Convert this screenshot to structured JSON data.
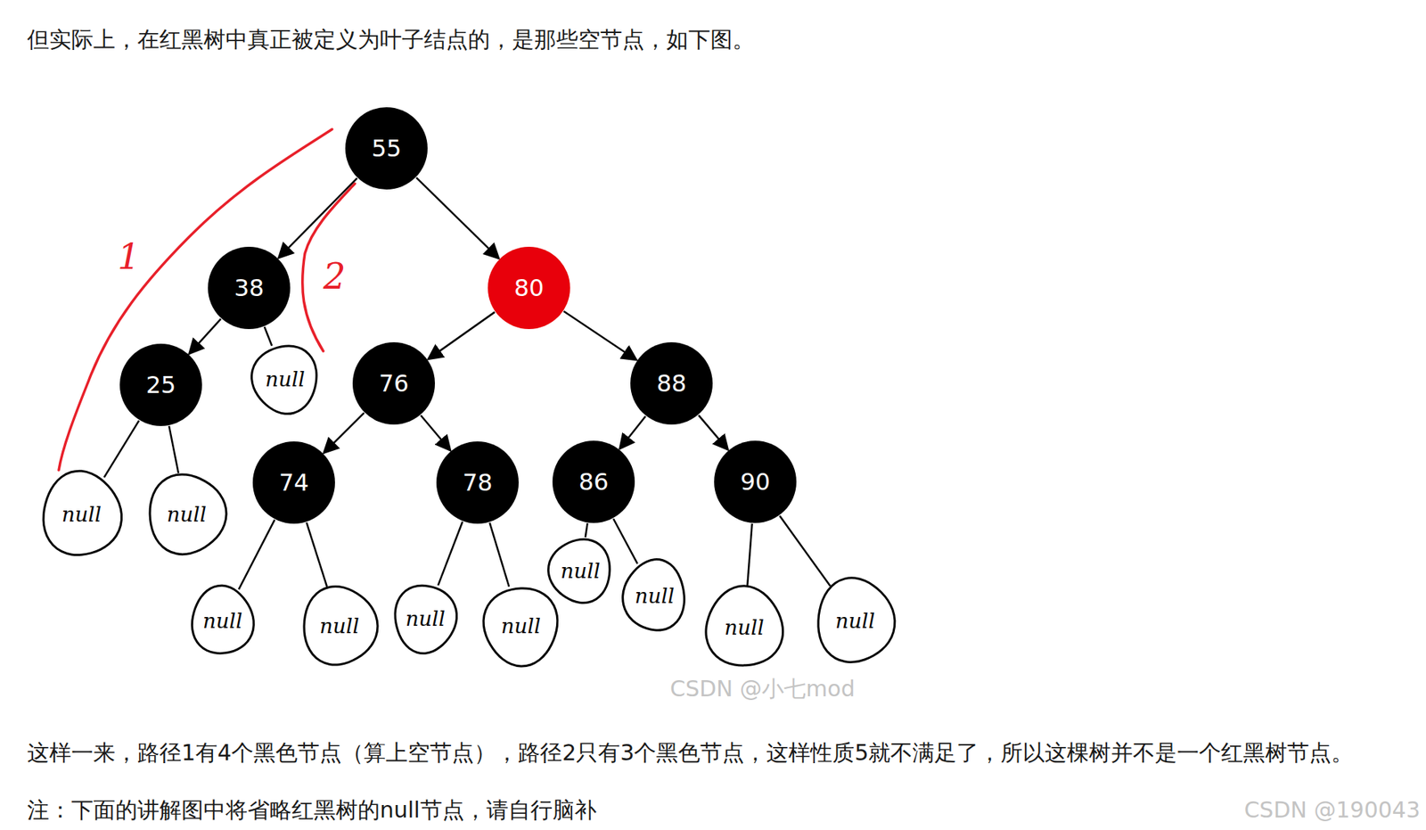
{
  "diagram": {
    "nodes": [
      {
        "text": [
          "55"
        ]
      },
      {
        "text": [
          "38"
        ]
      },
      {
        "text": [
          "80"
        ]
      },
      {
        "text": [
          "25"
        ]
      },
      {
        "text": [
          "null"
        ]
      },
      {
        "text": [
          "76"
        ]
      },
      {
        "text": [
          "88"
        ]
      },
      {
        "text": [
          "null"
        ]
      },
      {
        "text": [
          "null"
        ]
      },
      {
        "text": [
          "74"
        ]
      },
      {
        "text": [
          "78"
        ]
      },
      {
        "text": [
          "86"
        ]
      },
      {
        "text": [
          "90"
        ]
      },
      {
        "text": [
          "null"
        ]
      },
      {
        "text": [
          "null"
        ]
      },
      {
        "text": [
          "null"
        ]
      },
      {
        "text": [
          "null"
        ]
      },
      {
        "text": [
          "null"
        ]
      },
      {
        "text": [
          "null"
        ]
      },
      {
        "text": [
          "null"
        ]
      },
      {
        "text": [
          "null"
        ]
      }
    ],
    "edges": [
      {
        "from": 0,
        "to": 1,
        "arrow": "to"
      },
      {
        "from": 0,
        "to": 2,
        "arrow": "to"
      },
      {
        "from": 1,
        "to": 3,
        "arrow": "to"
      },
      {
        "from": 1,
        "to": 4,
        "arrow": "none"
      },
      {
        "from": 2,
        "to": 5,
        "arrow": "to"
      },
      {
        "from": 2,
        "to": 6,
        "arrow": "to"
      },
      {
        "from": 3,
        "to": 7,
        "arrow": "none"
      },
      {
        "from": 3,
        "to": 8,
        "arrow": "none"
      },
      {
        "from": 5,
        "to": 9,
        "arrow": "to"
      },
      {
        "from": 5,
        "to": 10,
        "arrow": "to"
      },
      {
        "from": 6,
        "to": 11,
        "arrow": "to"
      },
      {
        "from": 6,
        "to": 12,
        "arrow": "to"
      },
      {
        "from": 9,
        "to": 13,
        "arrow": "none"
      },
      {
        "from": 9,
        "to": 14,
        "arrow": "none"
      },
      {
        "from": 10,
        "to": 15,
        "arrow": "none"
      },
      {
        "from": 10,
        "to": 16,
        "arrow": "none"
      },
      {
        "from": 11,
        "to": 17,
        "arrow": "none"
      },
      {
        "from": 11,
        "to": 18,
        "arrow": "none"
      },
      {
        "from": 12,
        "to": 19,
        "arrow": "none"
      },
      {
        "from": 12,
        "to": 20,
        "arrow": "none"
      }
    ],
    "labels": [
      "但实际上，在红黑树中真正被定义为叶子结点的，是那些空节点，如下图。",
      "1",
      "2",
      "CSDN @小七mod",
      "这样一来，路径1有4个黑色节点（算上空节点），路径2只有3个黑色节点，这样性质5就不满足了，所以这棵树并不是一个红黑树节点。",
      "注：下面的讲解图中将省略红黑树的null节点，请自行脑补",
      "CSDN @190043"
    ]
  }
}
